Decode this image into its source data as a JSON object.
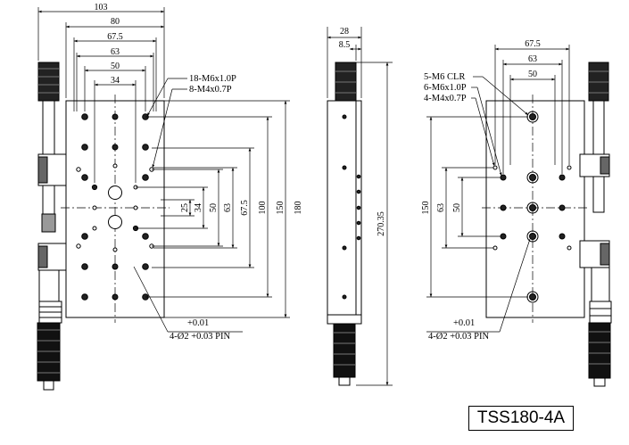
{
  "model": "TSS180-4A",
  "front_view": {
    "width_dims": [
      "103",
      "80",
      "67.5",
      "63",
      "50",
      "34"
    ],
    "height_dims": [
      "25",
      "34",
      "50",
      "63",
      "67.5",
      "100",
      "150",
      "180"
    ],
    "callouts": [
      "18-M6x1.0P",
      "8-M4x0.7P"
    ],
    "pin_tol_upper": "+0.01",
    "pin_note": "4-Ø2 +0.03 PIN"
  },
  "side_view": {
    "width_dims": [
      "28",
      "8.5"
    ],
    "height_dim": "270.35"
  },
  "back_view": {
    "width_dims": [
      "67.5",
      "63",
      "50"
    ],
    "height_dims": [
      "150",
      "63",
      "50"
    ],
    "callouts": [
      "5-M6 CLR",
      "6-M6x1.0P",
      "4-M4x0.7P"
    ],
    "pin_tol_upper": "+0.01",
    "pin_note": "4-Ø2 +0.03 PIN"
  }
}
